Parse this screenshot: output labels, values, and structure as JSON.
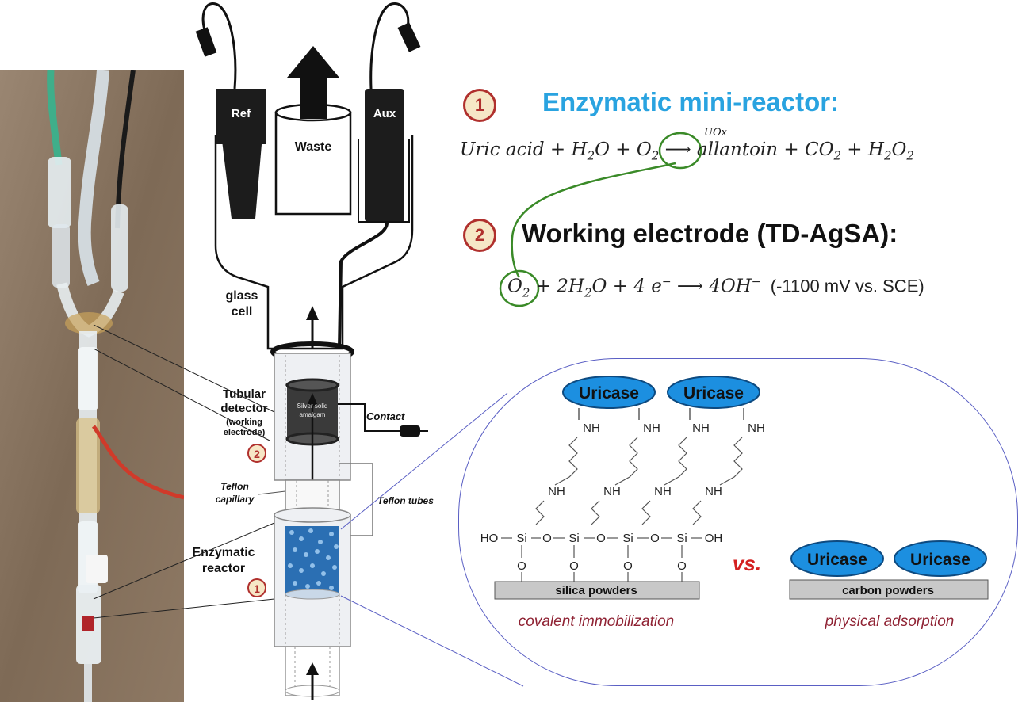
{
  "cell": {
    "ref": "Ref",
    "waste": "Waste",
    "aux": "Aux",
    "glass_cell": "glass\ncell",
    "silver_line1": "Silver solid",
    "silver_line2": "amalgam",
    "contact": "Contact",
    "tubular_line1": "Tubular",
    "tubular_line2": "detector",
    "working_line1": "(working",
    "working_line2": "electrode)",
    "teflon_capillary_line1": "Teflon",
    "teflon_capillary_line2": "capillary",
    "teflon_tubes": "Teflon tubes",
    "enzymatic_line1": "Enzymatic",
    "enzymatic_line2": "reactor",
    "marker_1": "1",
    "marker_2": "2"
  },
  "reaction1": {
    "number": "1",
    "title": "Enzymatic mini-reactor:",
    "title_color": "#29a3e0",
    "enzyme_label": "UOx",
    "reactants": "Uric acid +  H",
    "h2o_o": "O + ",
    "o2": "O",
    "products_1": " allantoin +  CO",
    "products_2": " +  H",
    "products_3": "O",
    "sub_2": "2"
  },
  "reaction2": {
    "number": "2",
    "title": "Working electrode (TD-AgSA):",
    "lhs": "+ 2H",
    "lhs_2": "O + 4 e",
    "minus": "−",
    "arrow": "⟶",
    "rhs": "4OH",
    "potential": "(-1100 mV vs. SCE)"
  },
  "detail": {
    "uricase": "Uricase",
    "nh": "NH",
    "ho": "HO",
    "oh": "OH",
    "si": "Si",
    "o": "O",
    "silica": "silica powders",
    "carbon": "carbon powders",
    "vs": "vs.",
    "covalent": "covalent immobilization",
    "physical": "physical adsorption",
    "ellipse_color": "#1c8fe0",
    "vs_color": "#d42020"
  }
}
